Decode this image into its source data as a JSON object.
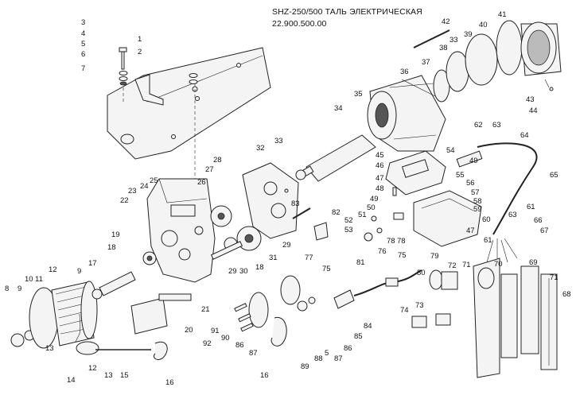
{
  "title": {
    "line1": "SHZ-250/500 ТАЛЬ ЭЛЕКТРИЧЕСКАЯ",
    "line2": "22.900.500.00"
  },
  "callouts": [
    "1",
    "2",
    "3",
    "4",
    "5",
    "6",
    "7",
    "8",
    "9",
    "9",
    "10",
    "11",
    "12",
    "12",
    "13",
    "13",
    "14",
    "15",
    "16",
    "16",
    "17",
    "18",
    "18",
    "19",
    "20",
    "21",
    "22",
    "23",
    "24",
    "25",
    "26",
    "27",
    "28",
    "29",
    "29",
    "30",
    "31",
    "32",
    "33",
    "33",
    "34",
    "35",
    "36",
    "37",
    "38",
    "39",
    "40",
    "41",
    "42",
    "43",
    "44",
    "45",
    "46",
    "47",
    "47",
    "48",
    "49",
    "49",
    "50",
    "51",
    "52",
    "53",
    "54",
    "55",
    "56",
    "57",
    "58",
    "59",
    "60",
    "61",
    "61",
    "62",
    "63",
    "63",
    "64",
    "65",
    "66",
    "67",
    "68",
    "69",
    "70",
    "71",
    "71",
    "72",
    "73",
    "74",
    "75",
    "75",
    "76",
    "77",
    "78",
    "78",
    "79",
    "80",
    "81",
    "82",
    "83",
    "84",
    "85",
    "86",
    "86",
    "87",
    "87",
    "88",
    "89",
    "90",
    "91",
    "92",
    "5"
  ]
}
